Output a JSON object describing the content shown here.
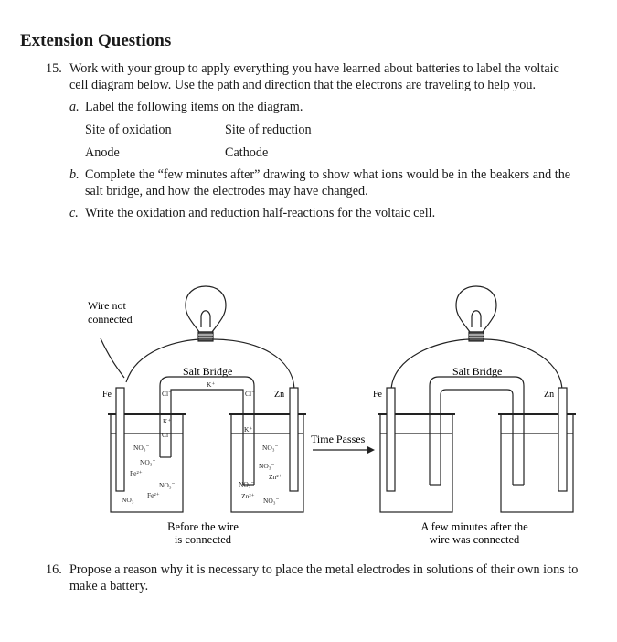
{
  "heading": "Extension Questions",
  "q15": {
    "number": "15.",
    "line1": "Work with your group to apply everything you have learned about batteries to label the voltaic",
    "line2": "cell diagram below. Use the path and direction that the electrons are traveling to help you.",
    "a": {
      "marker": "a.",
      "text": "Label the following items on the diagram.",
      "items": [
        "Site of oxidation",
        "Site of reduction",
        "Anode",
        "Cathode"
      ]
    },
    "b": {
      "marker": "b.",
      "line1": "Complete the “few minutes after” drawing to show what ions would be in the beakers and the",
      "line2": "salt bridge, and how the electrodes may have changed."
    },
    "c": {
      "marker": "c.",
      "text": "Write the oxidation and reduction half-reactions for the voltaic cell."
    }
  },
  "diagram": {
    "wire_note_line1": "Wire not",
    "wire_note_line2": "connected",
    "salt_bridge": "Salt Bridge",
    "fe": "Fe",
    "zn": "Zn",
    "time_passes": "Time Passes",
    "ions": {
      "cl": "Cl⁻",
      "k": "K⁺",
      "no3": "NO₃⁻",
      "fe2": "Fe²⁺",
      "zn2": "Zn²⁺"
    },
    "caption_before_line1": "Before the wire",
    "caption_before_line2": "is connected",
    "caption_after_line1": "A few minutes after the",
    "caption_after_line2": "wire was connected"
  },
  "q16": {
    "number": "16.",
    "line1": "Propose a reason why it is necessary to place the metal electrodes in solutions of their own ions to",
    "line2": "make a battery."
  }
}
